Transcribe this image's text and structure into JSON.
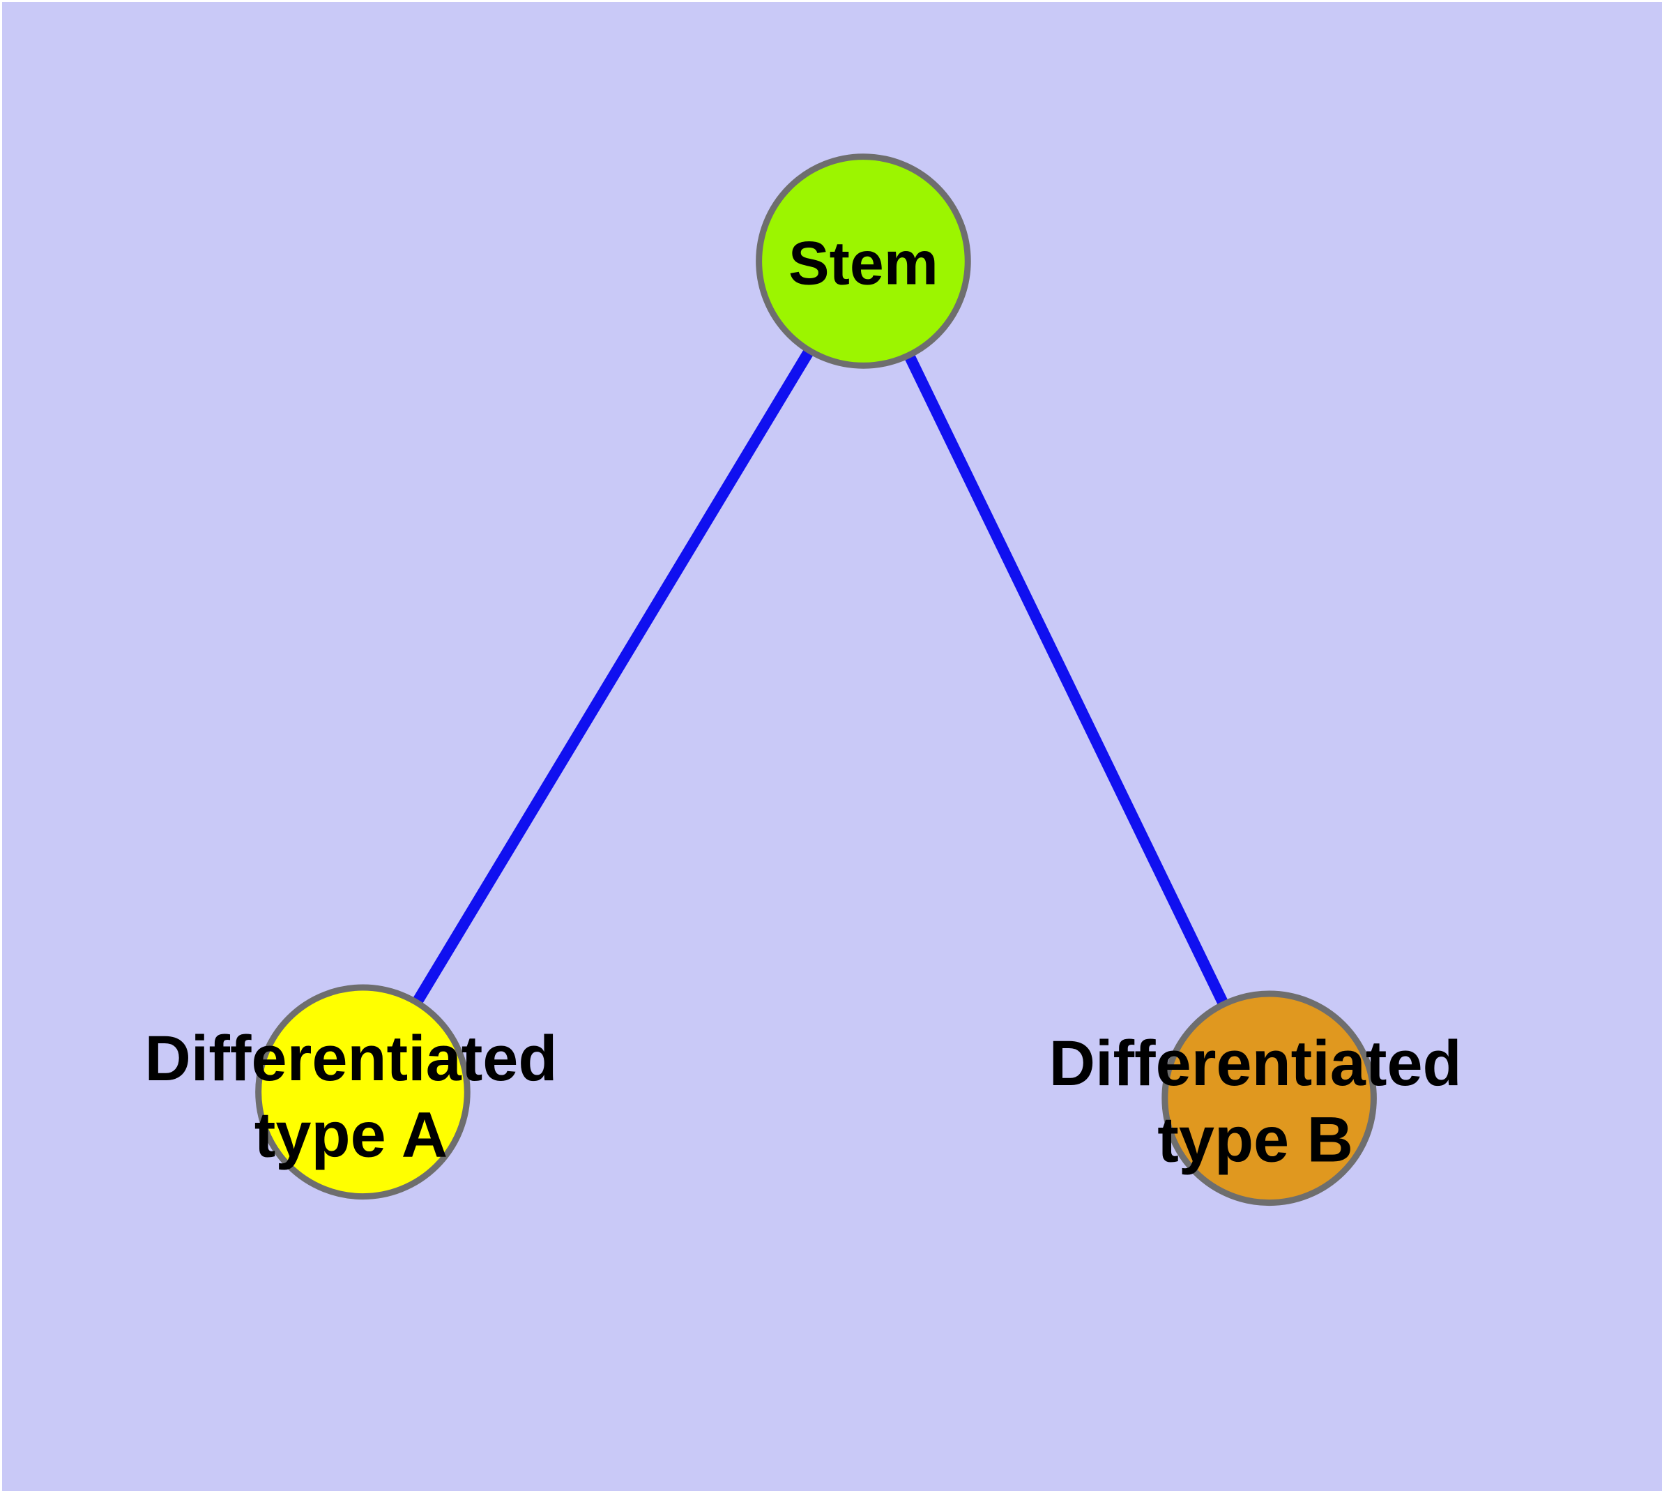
{
  "diagram": {
    "type": "graph",
    "background_color": "#c9c9f7",
    "edge_color": "#1010f0",
    "node_border_color": "#6e6e6e",
    "label_text_color": "#000000",
    "nodes": {
      "stem": {
        "label": "Stem",
        "fill": "#9cf500"
      },
      "type_a": {
        "label_line1": "Differentiated",
        "label_line2": "type A",
        "fill": "#ffff00"
      },
      "type_b": {
        "label_line1": "Differentiated",
        "label_line2": "type B",
        "fill": "#e0981f"
      }
    },
    "edges": [
      {
        "from": "Stem",
        "to": "Differentiated type A"
      },
      {
        "from": "Stem",
        "to": "Differentiated type B"
      }
    ]
  }
}
